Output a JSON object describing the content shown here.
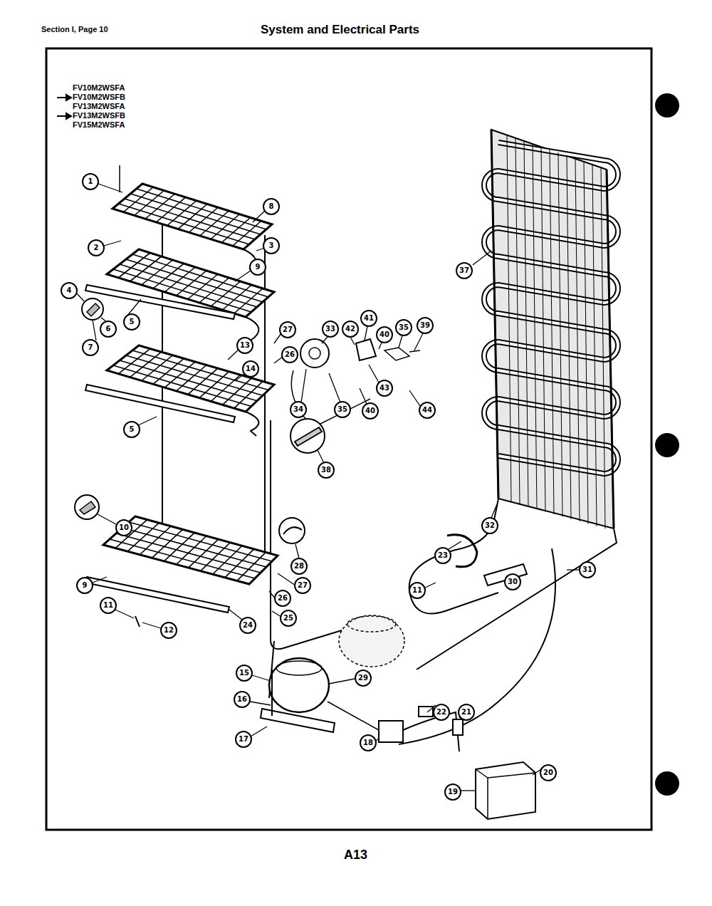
{
  "diagram": {
    "title": "System and Electrical Parts",
    "labels": [
      "Section I, Page 10",
      "FV10M2WSFA",
      "FV10M2WSFB",
      "FV13M2WSFA",
      "FV13M2WSFB",
      "FV15M2WSFA",
      "A13",
      "1",
      "2",
      "8",
      "3",
      "9",
      "4",
      "7",
      "6",
      "5",
      "27",
      "33",
      "42",
      "41",
      "40",
      "35",
      "39",
      "13",
      "26",
      "14",
      "34",
      "35",
      "43",
      "40",
      "44",
      "5",
      "38",
      "37",
      "10",
      "28",
      "27",
      "26",
      "25",
      "24",
      "9",
      "11",
      "12",
      "32",
      "23",
      "11",
      "30",
      "31",
      "15",
      "16",
      "29",
      "17",
      "22",
      "21",
      "18",
      "20",
      "19"
    ]
  }
}
